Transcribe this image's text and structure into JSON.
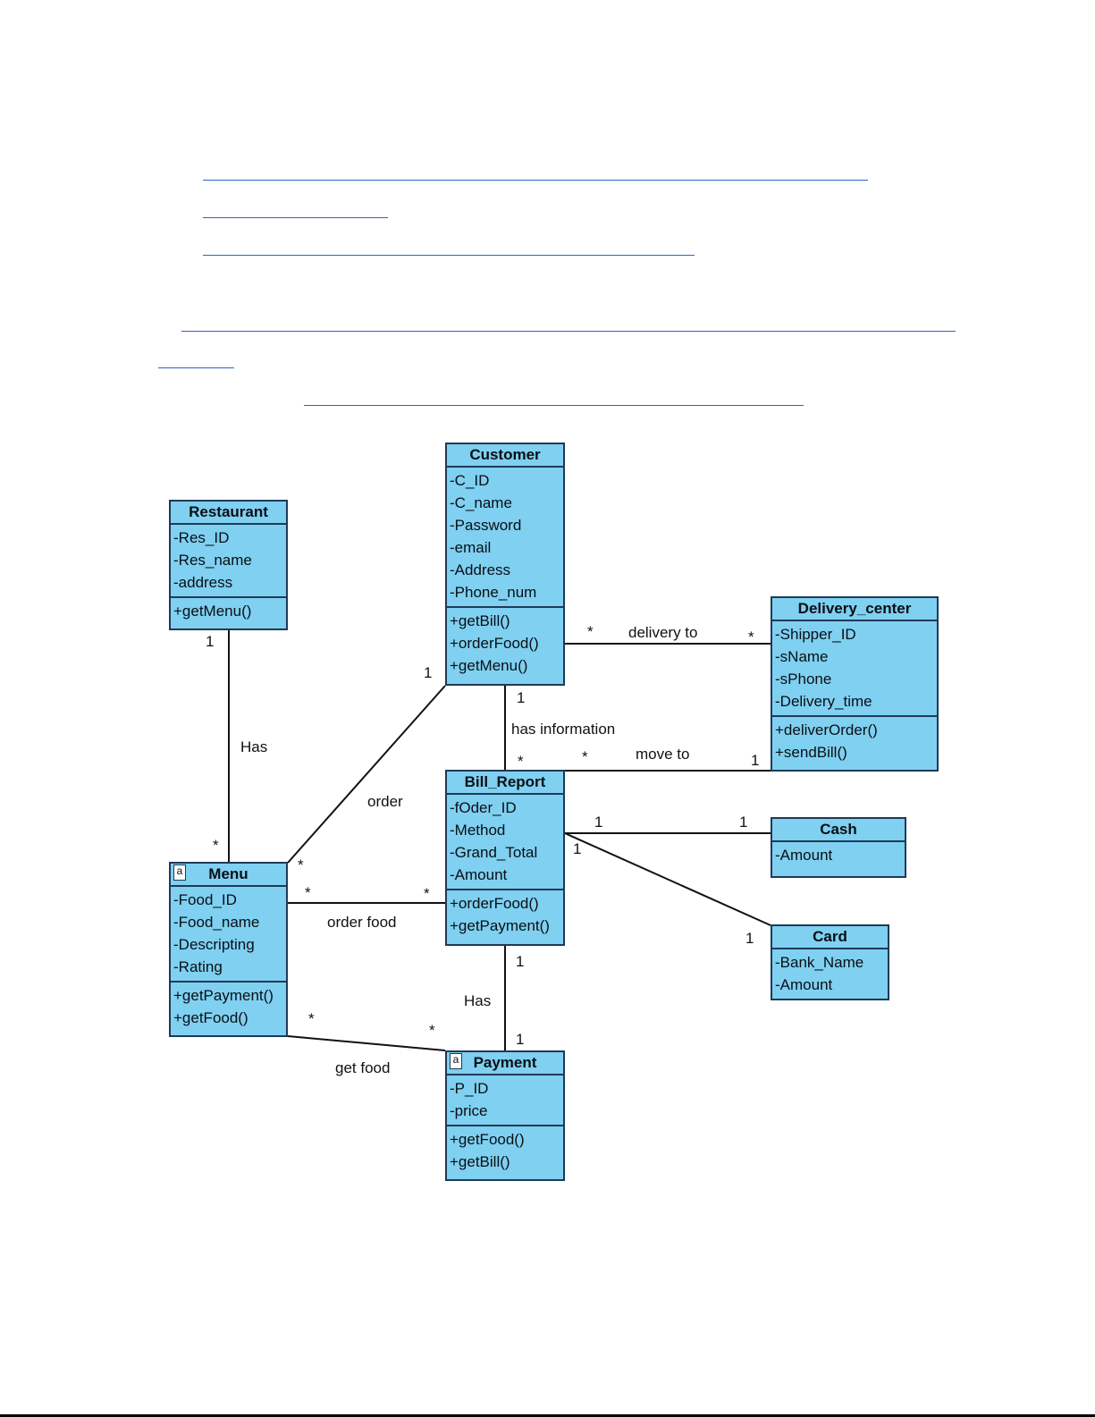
{
  "classes": {
    "restaurant": {
      "name": "Restaurant",
      "attributes": [
        "-Res_ID",
        "-Res_name",
        "-address"
      ],
      "operations": [
        "+getMenu()"
      ]
    },
    "customer": {
      "name": "Customer",
      "attributes": [
        "-C_ID",
        "-C_name",
        "-Password",
        "-email",
        "-Address",
        "-Phone_num"
      ],
      "operations": [
        "+getBill()",
        "+orderFood()",
        "+getMenu()"
      ]
    },
    "delivery_center": {
      "name": "Delivery_center",
      "attributes": [
        "-Shipper_ID",
        "-sName",
        "-sPhone",
        "-Delivery_time"
      ],
      "operations": [
        "+deliverOrder()",
        "+sendBill()"
      ]
    },
    "bill_report": {
      "name": "Bill_Report",
      "attributes": [
        "-fOder_ID",
        "-Method",
        "-Grand_Total",
        "-Amount"
      ],
      "operations": [
        "+orderFood()",
        "+getPayment()"
      ]
    },
    "cash": {
      "name": "Cash",
      "attributes": [
        "-Amount"
      ]
    },
    "card": {
      "name": "Card",
      "attributes": [
        "-Bank_Name",
        "-Amount"
      ]
    },
    "menu": {
      "name": "Menu",
      "stereotype_icon": "a",
      "attributes": [
        "-Food_ID",
        "-Food_name",
        "-Descripting",
        "-Rating"
      ],
      "operations": [
        "+getPayment()",
        "+getFood()"
      ]
    },
    "payment": {
      "name": "Payment",
      "stereotype_icon": "a",
      "attributes": [
        "-P_ID",
        "-price"
      ],
      "operations": [
        "+getFood()",
        "+getBill()"
      ]
    }
  },
  "associations": {
    "restaurant_menu": {
      "label": "Has",
      "mult_a": "1",
      "mult_b": "*"
    },
    "customer_menu": {
      "label": "order",
      "mult_a": "1",
      "mult_b": "*"
    },
    "customer_delivery": {
      "label": "delivery to",
      "mult_a": "*",
      "mult_b": "*"
    },
    "customer_bill": {
      "label": "has information",
      "mult_a": "1",
      "mult_b": "*"
    },
    "bill_delivery": {
      "label": "move to",
      "mult_a": "*",
      "mult_b": "1"
    },
    "bill_cash": {
      "mult_a": "1",
      "mult_b": "1"
    },
    "bill_card": {
      "mult_a": "1",
      "mult_b": "1"
    },
    "menu_bill": {
      "label": "order food",
      "mult_a": "*",
      "mult_b": "*"
    },
    "bill_payment": {
      "label": "Has",
      "mult_a": "1",
      "mult_b": "1"
    },
    "menu_payment": {
      "label": "get food",
      "mult_a": "*",
      "mult_b": "*"
    }
  },
  "colors": {
    "class_fill": "#7fd0f1",
    "class_border": "#1f3a55",
    "hyperlink": "#2a64c9"
  }
}
